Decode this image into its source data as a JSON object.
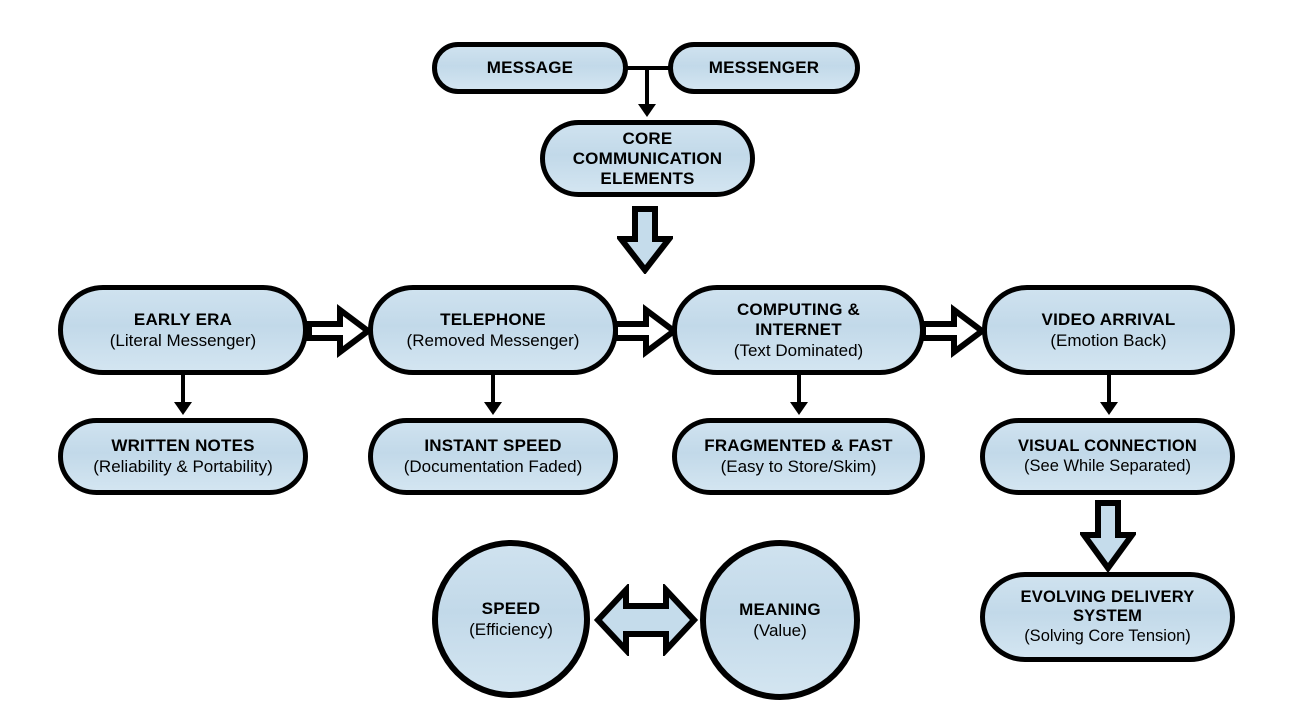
{
  "diagram": {
    "background": "#ffffff",
    "node_fill": "#c5dceb",
    "node_stroke": "#000000",
    "type": "flowchart",
    "top": {
      "message": {
        "title": "MESSAGE",
        "sub": ""
      },
      "messenger": {
        "title": "MESSENGER",
        "sub": ""
      },
      "core": {
        "line1": "CORE",
        "line2": "COMMUNICATION",
        "line3": "ELEMENTS"
      }
    },
    "eras": [
      {
        "title": "EARLY ERA",
        "sub": "(Literal Messenger)",
        "outcome_title": "WRITTEN NOTES",
        "outcome_sub": "(Reliability & Portability)"
      },
      {
        "title": "TELEPHONE",
        "sub": "(Removed Messenger)",
        "outcome_title": "INSTANT SPEED",
        "outcome_sub": "(Documentation Faded)"
      },
      {
        "title": "COMPUTING &",
        "title2": "INTERNET",
        "sub": "(Text Dominated)",
        "outcome_title": "FRAGMENTED & FAST",
        "outcome_sub": "(Easy to Store/Skim)"
      },
      {
        "title": "VIDEO ARRIVAL",
        "sub": "(Emotion Back)",
        "outcome_title": "VISUAL CONNECTION",
        "outcome_sub": "(See While Separated)"
      }
    ],
    "tension": {
      "left": {
        "title": "SPEED",
        "sub": "(Efficiency)"
      },
      "right": {
        "title": "MEANING",
        "sub": "(Value)"
      },
      "relation": "bidirectional-arrow"
    },
    "conclusion": {
      "line1": "EVOLVING DELIVERY",
      "line2": "SYSTEM",
      "sub": "(Solving Core Tension)"
    }
  }
}
